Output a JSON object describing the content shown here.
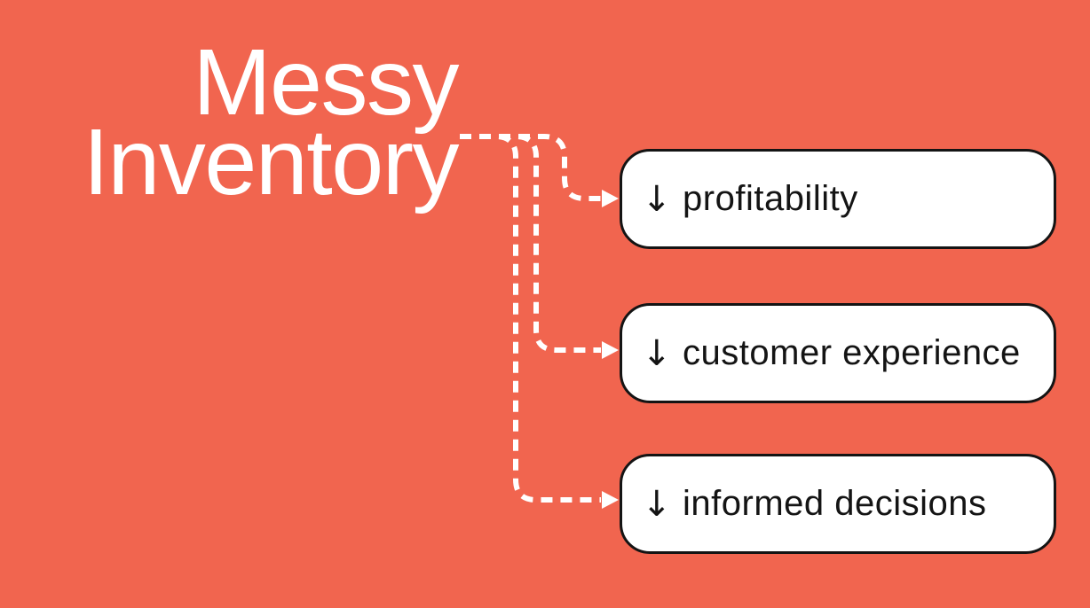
{
  "canvas": {
    "background_color": "#F1654F"
  },
  "title": {
    "lines": [
      "Messy",
      "Inventory"
    ],
    "color": "#FFFFFF"
  },
  "connectors": {
    "color": "#FFFFFF",
    "style": "dashed",
    "count": 3
  },
  "boxes": [
    {
      "icon": "↓",
      "label": "profitability"
    },
    {
      "icon": "↓",
      "label": "customer experience"
    },
    {
      "icon": "↓",
      "label": "informed decisions"
    }
  ]
}
